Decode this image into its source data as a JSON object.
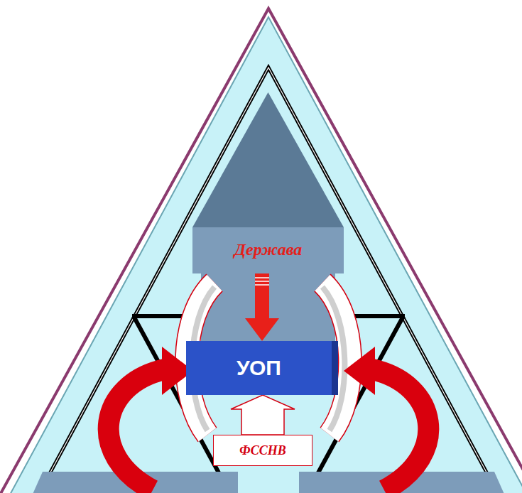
{
  "diagram": {
    "nodes": [
      {
        "text": [
          "Держава"
        ]
      },
      {
        "text": [
          "УОП"
        ]
      },
      {
        "text": [
          "ФССНВ"
        ]
      }
    ],
    "edges": [
      {
        "from": 0,
        "to": 1,
        "arrow": "to"
      },
      {
        "from": 2,
        "to": 1,
        "arrow": "to"
      }
    ]
  }
}
